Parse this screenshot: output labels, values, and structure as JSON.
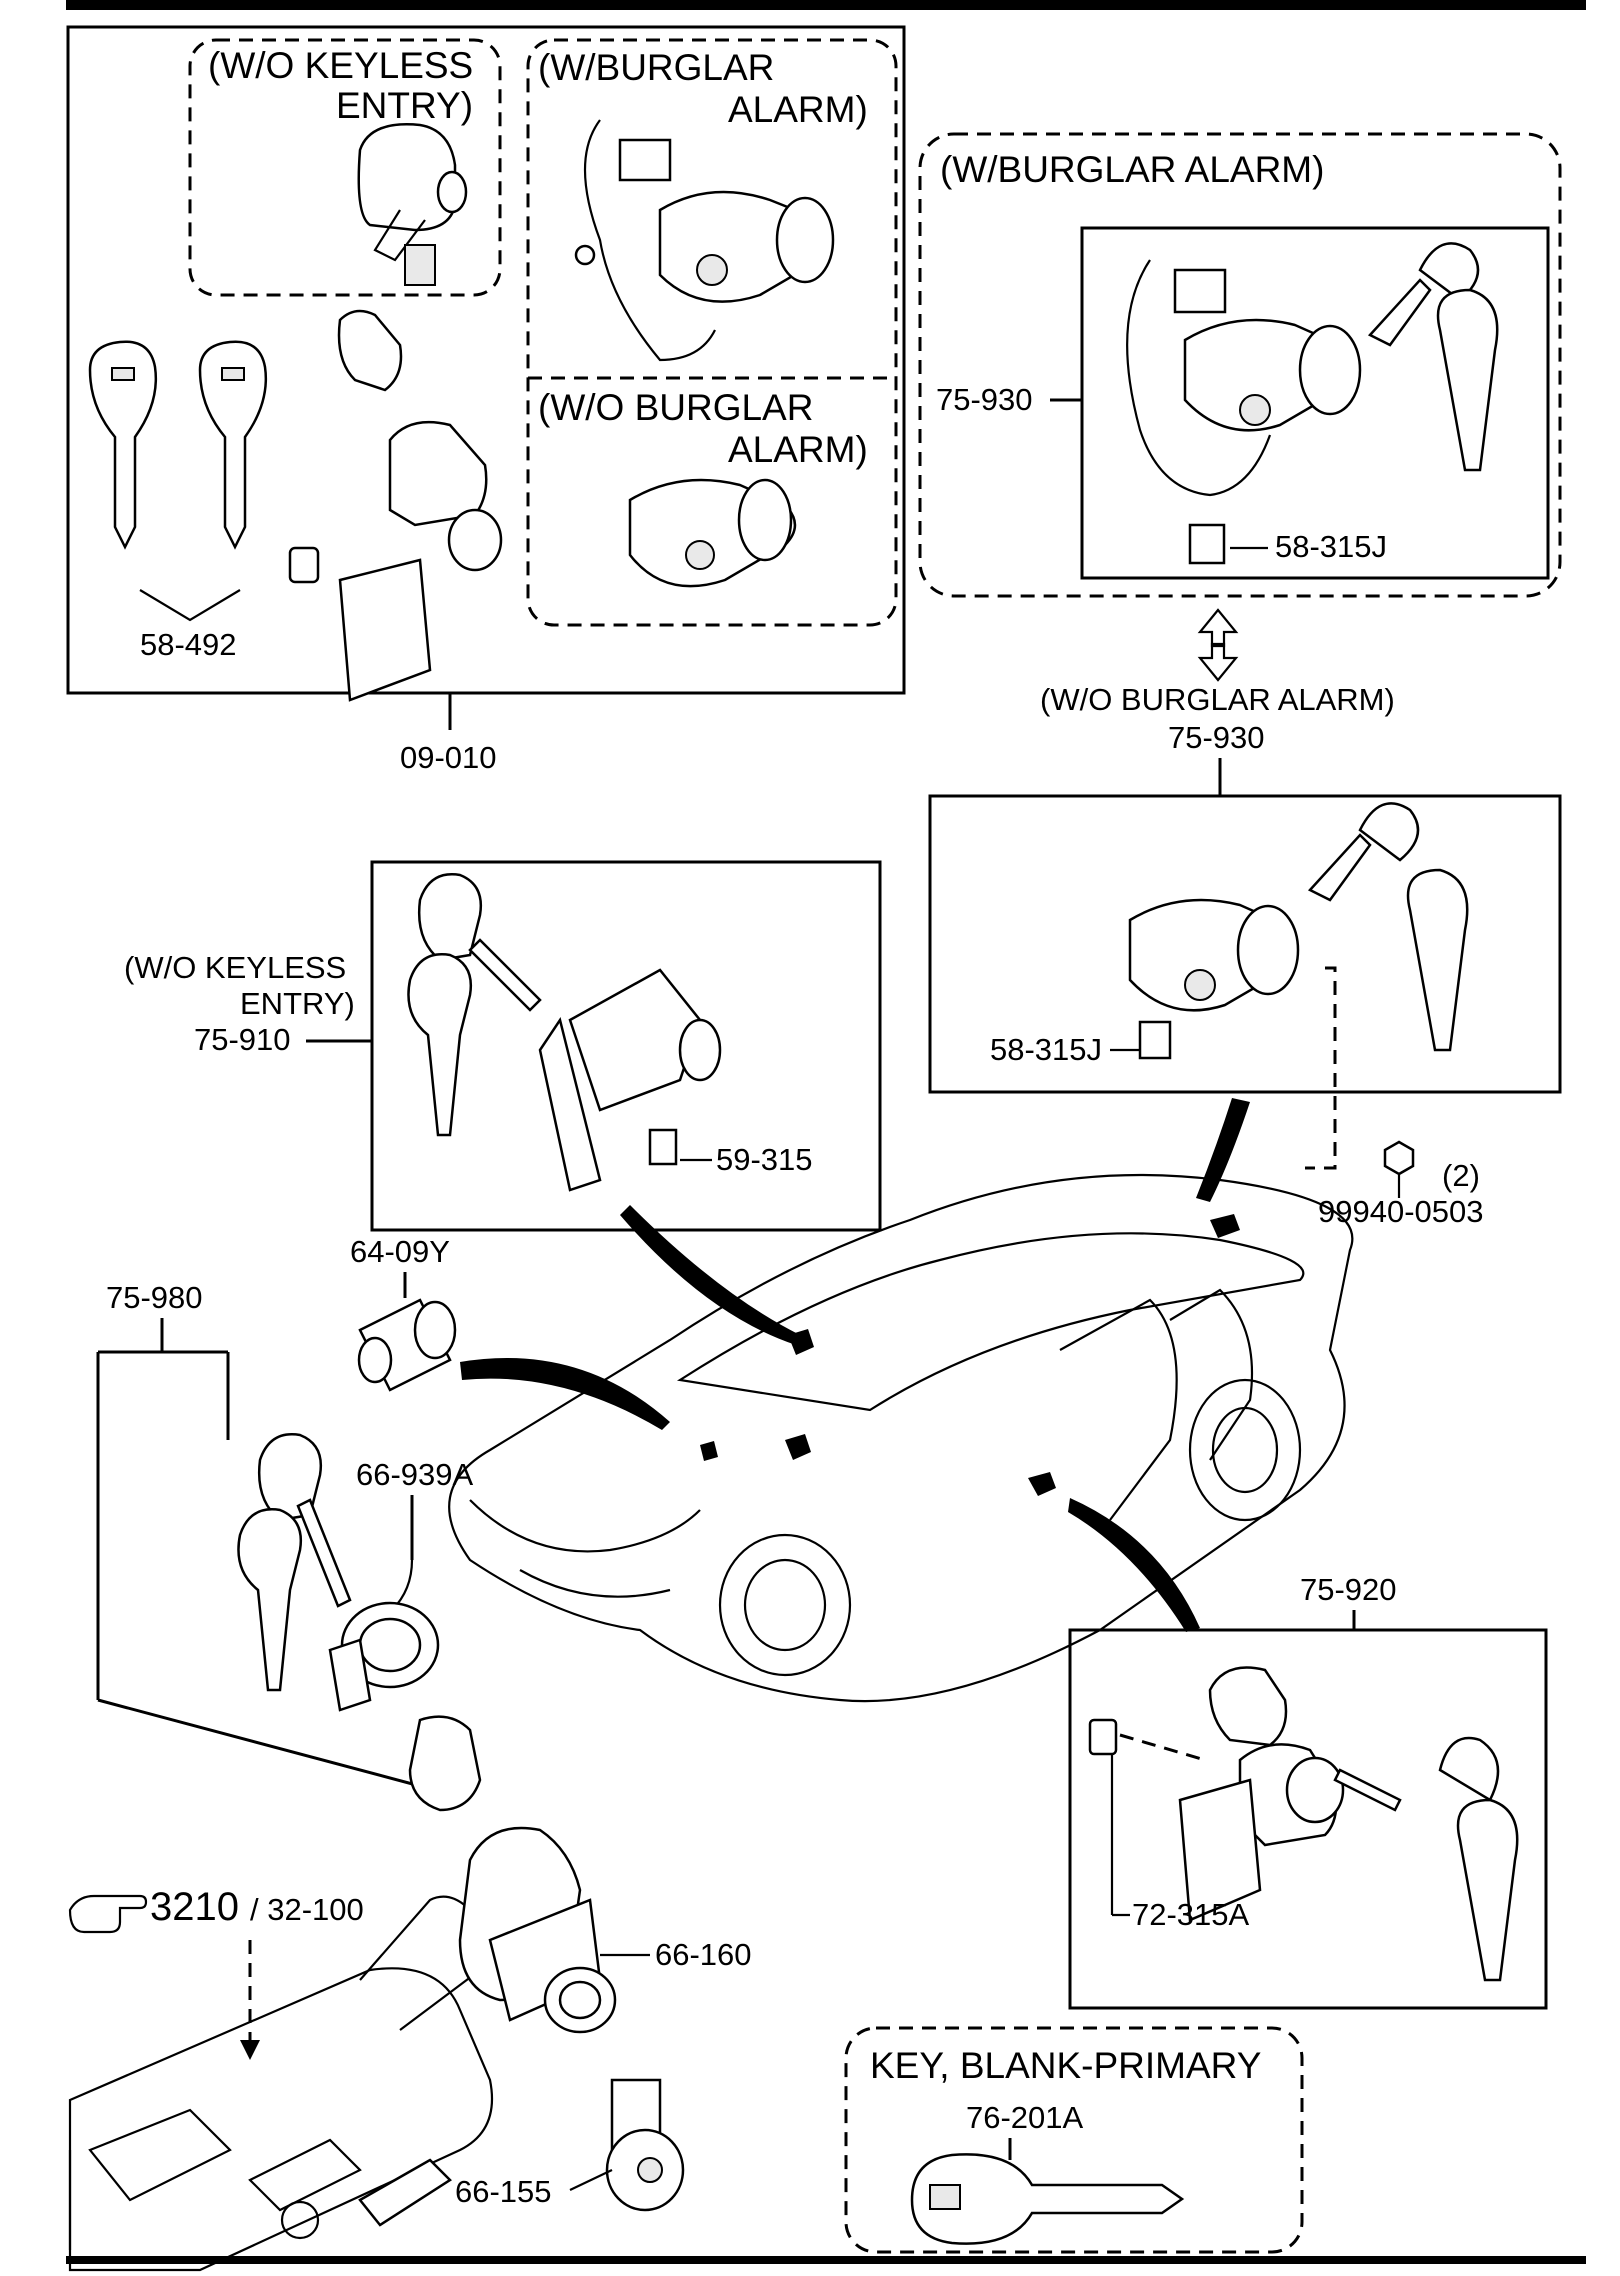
{
  "groups": {
    "wo_keyless_entry_top": "(W/O KEYLESS\nENTRY)",
    "w_burglar_alarm_top": "(W/BURGLAR\nALARM)",
    "wo_burglar_alarm_top": "(W/O BURGLAR\nALARM)",
    "w_burglar_alarm_right": "(W/BURGLAR ALARM)",
    "wo_burglar_alarm_right": "(W/O BURGLAR ALARM)",
    "wo_keyless_entry_mid": "(W/O KEYLESS\nENTRY)",
    "key_blank_primary": "KEY, BLANK-PRIMARY"
  },
  "labels": {
    "key_set_58_492": "58-492",
    "lock_set_09_010": "09-010",
    "trunk_lock_75_930_a": "75-930",
    "clip_58_315j_a": "58-315J",
    "trunk_lock_75_930_b": "75-930",
    "clip_58_315j_b": "58-315J",
    "nut_99940_0503": "99940-0503",
    "nut_qty": "(2)",
    "door_lock_75_910": "75-910",
    "clip_59_315": "59-315",
    "glove_lock_64_09y": "64-09Y",
    "ignition_set_75_980": "75-980",
    "ring_66_939a": "66-939A",
    "door_lock_75_920": "75-920",
    "clip_72_315a": "72-315A",
    "ref_3210": "3210",
    "ref_32_100": "/ 32-100",
    "steering_lock_66_160": "66-160",
    "switch_66_155": "66-155",
    "key_76_201a": "76-201A"
  },
  "icons": [
    "pointing-hand-icon",
    "swap-arrows-icon"
  ]
}
